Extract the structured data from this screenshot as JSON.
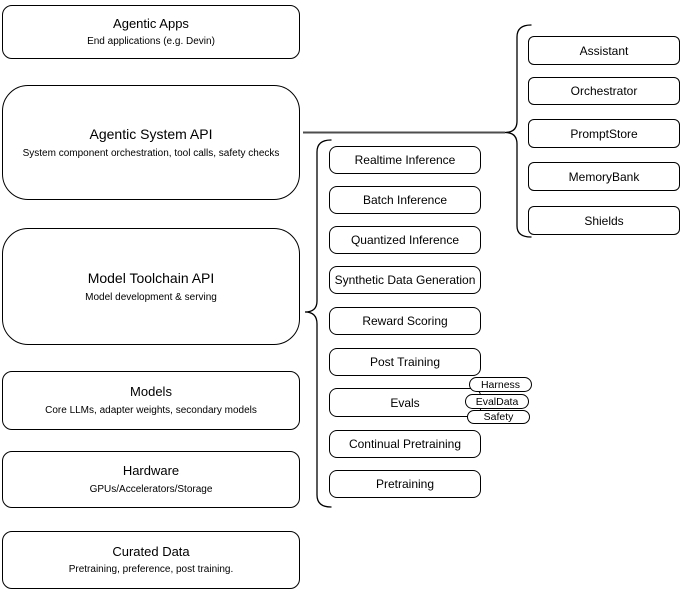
{
  "colors": {
    "background": "#ffffff",
    "stroke": "#000000",
    "connector": "#4d4d4d"
  },
  "stack": [
    {
      "title": "Agentic Apps",
      "subtitle": "End applications (e.g. Devin)"
    },
    {
      "title": "Agentic System API",
      "subtitle": "System component orchestration, tool calls, safety checks"
    },
    {
      "title": "Model Toolchain API",
      "subtitle": "Model development & serving"
    },
    {
      "title": "Models",
      "subtitle": "Core LLMs, adapter weights, secondary models"
    },
    {
      "title": "Hardware",
      "subtitle": "GPUs/Accelerators/Storage"
    },
    {
      "title": "Curated Data",
      "subtitle": "Pretraining, preference, post training."
    }
  ],
  "toolchain": {
    "items": [
      "Realtime Inference",
      "Batch Inference",
      "Quantized Inference",
      "Synthetic Data Generation",
      "Reward Scoring",
      "Post Training",
      "Evals",
      "Continual Pretraining",
      "Pretraining"
    ],
    "eval_tags": [
      "Harness",
      "EvalData",
      "Safety"
    ]
  },
  "components": {
    "items": [
      "Assistant",
      "Orchestrator",
      "PromptStore",
      "MemoryBank",
      "Shields"
    ]
  }
}
